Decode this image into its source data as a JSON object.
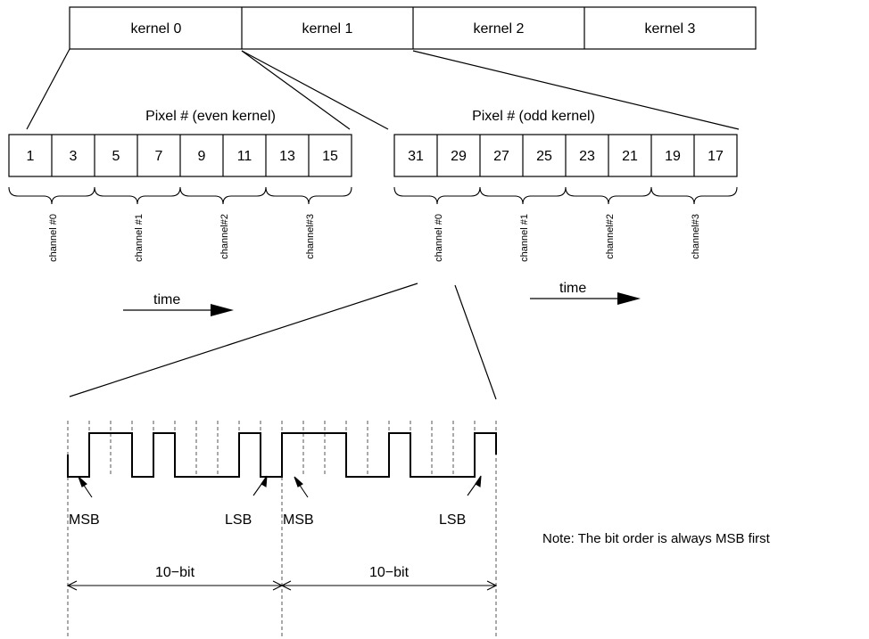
{
  "kernels": [
    "kernel 0",
    "kernel 1",
    "kernel 2",
    "kernel 3"
  ],
  "even_group": {
    "title": "Pixel # (even kernel)",
    "pixels": [
      "1",
      "3",
      "5",
      "7",
      "9",
      "11",
      "13",
      "15"
    ],
    "channels": [
      "channel #0",
      "channel #1",
      "channel#2",
      "channel#3"
    ]
  },
  "odd_group": {
    "title": "Pixel # (odd kernel)",
    "pixels": [
      "31",
      "29",
      "27",
      "25",
      "23",
      "21",
      "19",
      "17"
    ],
    "channels": [
      "channel #0",
      "channel #1",
      "channel#2",
      "channel#3"
    ]
  },
  "time_label": "time",
  "waveform": {
    "msb_label": "MSB",
    "lsb_label": "LSB",
    "width_label": "10−bit",
    "bits": [
      0,
      1,
      1,
      0,
      1,
      0,
      0,
      0,
      1,
      0,
      1,
      1,
      1,
      0,
      0,
      1,
      0,
      0,
      0,
      1
    ]
  },
  "note": "Note:  The bit order is always MSB first"
}
